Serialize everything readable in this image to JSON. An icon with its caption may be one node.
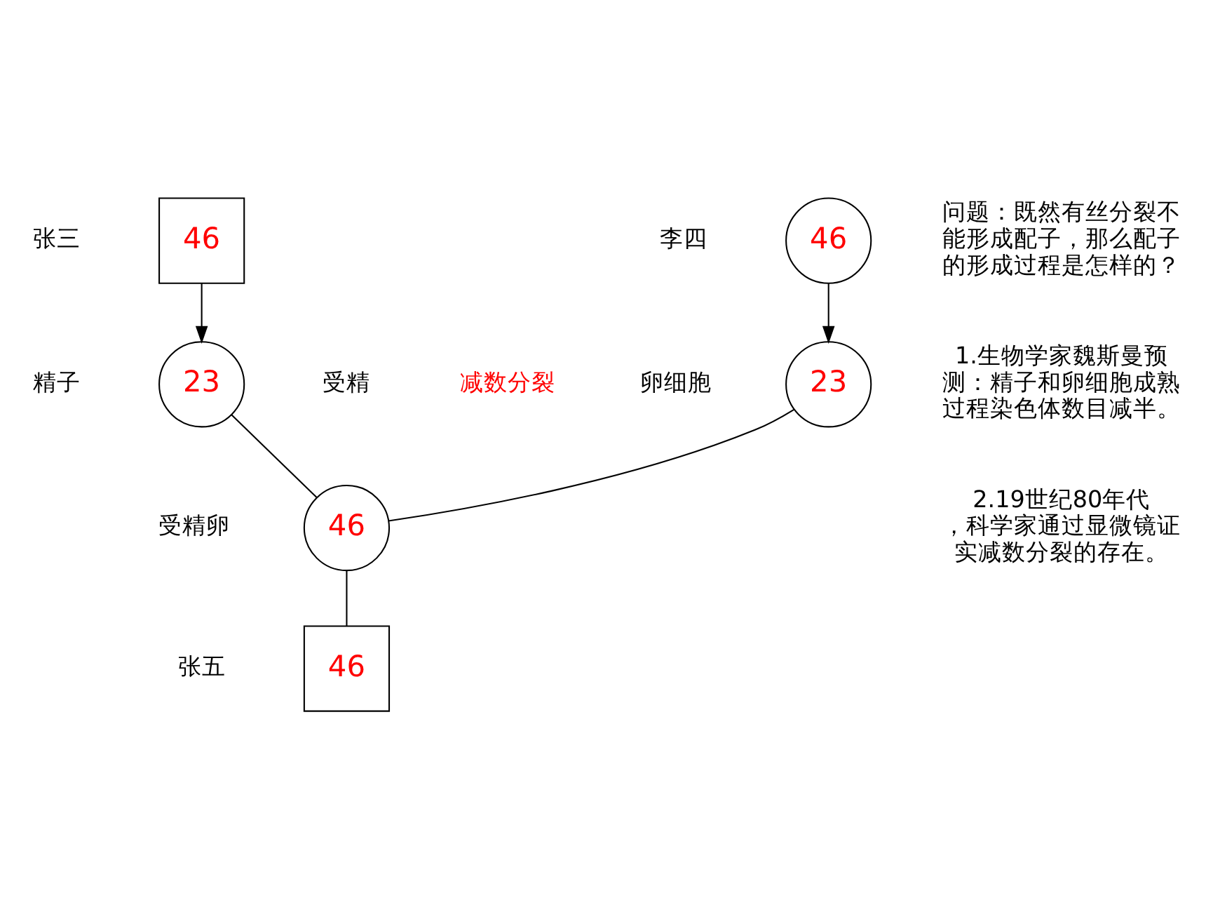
{
  "diagram": {
    "nodes": [
      {
        "text": [
          "46"
        ],
        "beside": [
          "张三"
        ]
      },
      {
        "text": [
          "46"
        ],
        "beside": [
          "李四"
        ]
      },
      {
        "text": [
          "23"
        ],
        "beside": [
          "精子"
        ]
      },
      {
        "text": [
          "23"
        ],
        "beside": [
          "卵细胞"
        ]
      },
      {
        "text": [
          "46"
        ],
        "beside": [
          "受精卵"
        ]
      },
      {
        "text": [
          "46"
        ],
        "beside": [
          "张五"
        ]
      }
    ],
    "edges": [
      {
        "from": 0,
        "to": 2,
        "arrow": "to"
      },
      {
        "from": 1,
        "to": 3,
        "arrow": "to"
      },
      {
        "from": 2,
        "to": 4,
        "arrow": "none"
      },
      {
        "from": 3,
        "to": 4,
        "arrow": "none"
      },
      {
        "from": 4,
        "to": 5,
        "arrow": "none"
      }
    ],
    "labels": [
      "问题：既然有丝分裂不能形成配子，那么配子的形成过程是怎样的？",
      "1.生物学家魏斯曼预测：精子和卵细胞成熟过程染色体数目减半。",
      "2.19世纪80年代，科学家通过显微镜证实减数分裂的存在。",
      "减数分裂",
      "受精"
    ]
  }
}
